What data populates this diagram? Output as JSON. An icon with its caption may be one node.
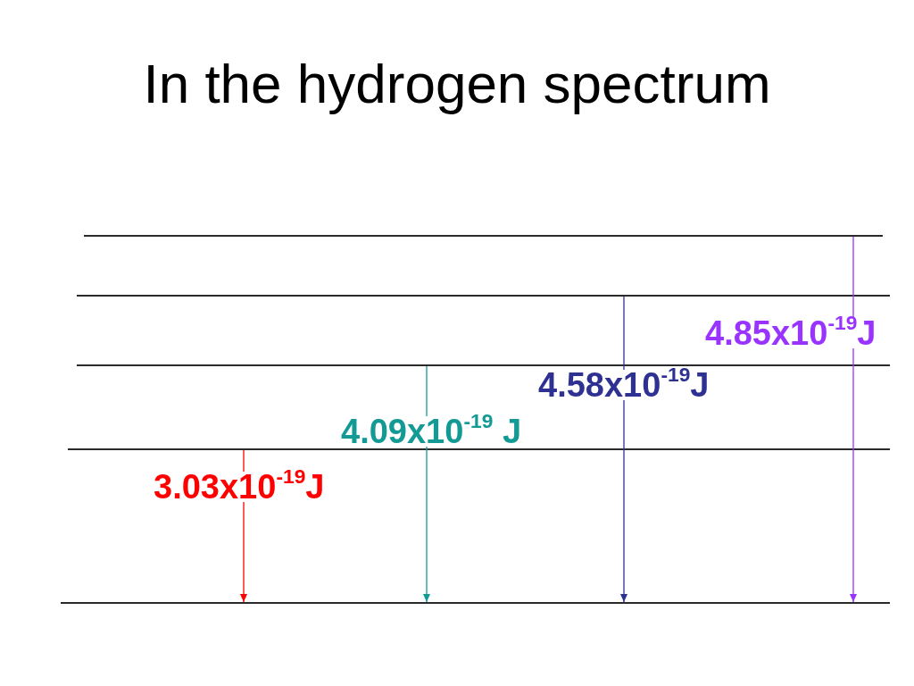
{
  "diagram": {
    "title": "In the hydrogen spectrum",
    "nodes": [
      {
        "text": [],
        "shape": "line"
      },
      {
        "text": [],
        "shape": "line"
      },
      {
        "text": [],
        "shape": "line"
      },
      {
        "text": [],
        "shape": "line"
      },
      {
        "text": [],
        "shape": "line"
      }
    ],
    "edges": [
      {
        "from": 3,
        "to": 4,
        "arrow": "to",
        "label": "3.03x10$^{-19}$J",
        "color": "#ff0000"
      },
      {
        "from": 2,
        "to": 4,
        "arrow": "to",
        "label": "4.09x10$^{-19}$ J",
        "color": "#139a95"
      },
      {
        "from": 1,
        "to": 4,
        "arrow": "to",
        "label": "4.58x10$^{-19}$J",
        "color": "#2e3192"
      },
      {
        "from": 0,
        "to": 4,
        "arrow": "to",
        "label": "4.85x10$^{-19}$J",
        "color": "#9933ff"
      }
    ]
  }
}
